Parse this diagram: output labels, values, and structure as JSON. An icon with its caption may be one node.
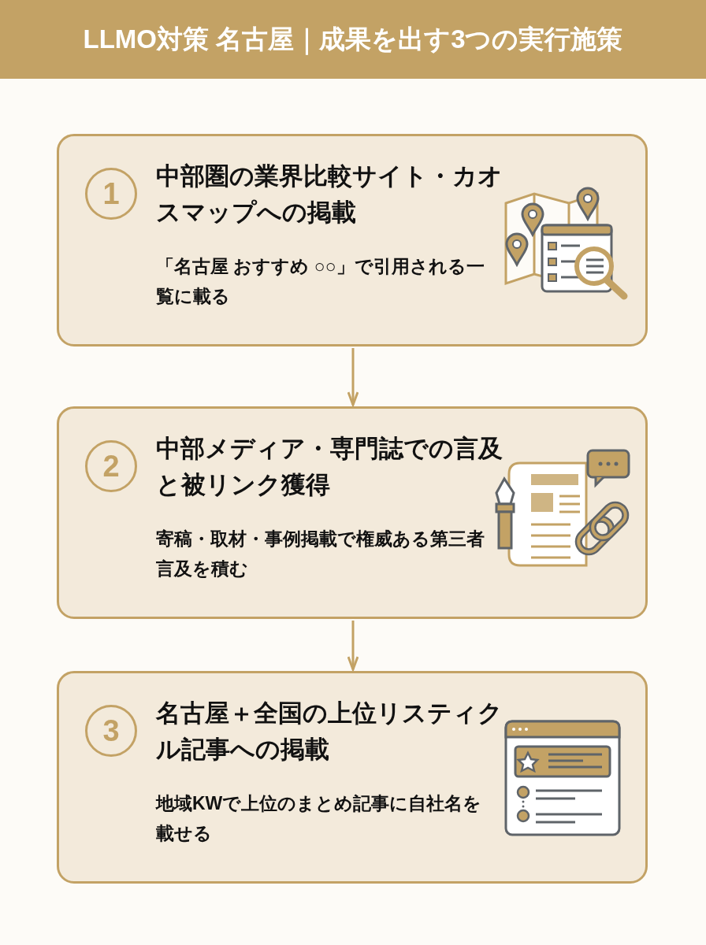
{
  "diagram": {
    "title": "LLMO対策 名古屋｜成果を出す3つの実行施策",
    "nodes": [
      {
        "text": [
          "中部圏の業界比較サイト・カオスマップへの掲載",
          "「名古屋 おすすめ ○○」で引用される一覧に載る"
        ]
      },
      {
        "text": [
          "1"
        ],
        "in": 0
      },
      {
        "text": [
          "中部メディア・専門誌での言及と被リンク獲得",
          "寄稿・取材・事例掲載で権威ある第三者言及を積む"
        ]
      },
      {
        "text": [
          "2"
        ],
        "in": 2
      },
      {
        "text": [
          "名古屋＋全国の上位リスティクル記事への掲載",
          "地域KWで上位のまとめ記事に自社名を載せる"
        ]
      },
      {
        "text": [
          "3"
        ],
        "in": 4
      }
    ],
    "edges": [
      {
        "from": 0,
        "to": 2,
        "arrow": "to"
      },
      {
        "from": 2,
        "to": 4,
        "arrow": "to"
      }
    ]
  }
}
